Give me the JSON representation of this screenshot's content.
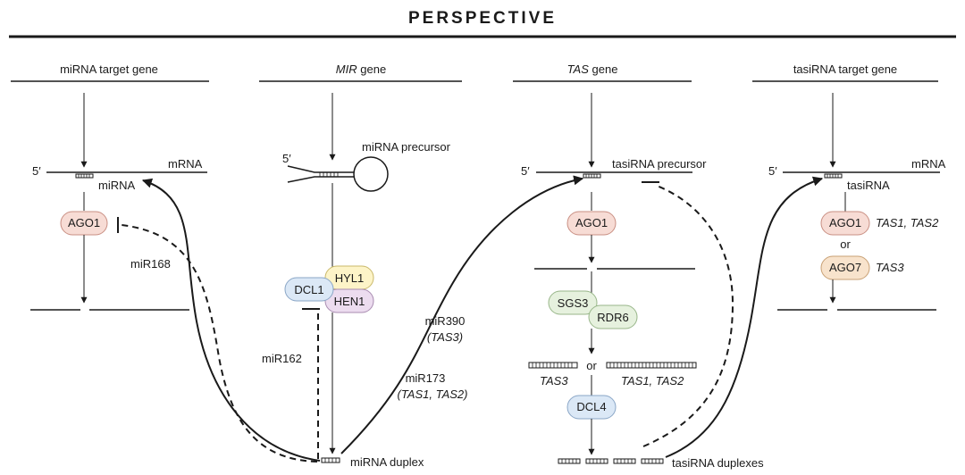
{
  "header": {
    "title": "PERSPECTIVE"
  },
  "columns": {
    "mirna_target": {
      "heading": "miRNA target gene",
      "five_prime": "5′",
      "mrna": "mRNA",
      "mirna": "miRNA",
      "ago1": "AGO1"
    },
    "mir": {
      "heading_italic": "MIR",
      "heading_rest": " gene",
      "five_prime": "5′",
      "precursor": "miRNA precursor",
      "dcl1": "DCL1",
      "hyl1": "HYL1",
      "hen1": "HEN1",
      "duplex": "miRNA duplex"
    },
    "tas": {
      "heading_italic": "TAS",
      "heading_rest": " gene",
      "five_prime": "5′",
      "precursor": "tasiRNA precursor",
      "ago1": "AGO1",
      "sgs3": "SGS3",
      "rdr6": "RDR6",
      "or": "or",
      "tas3": "TAS3",
      "tas12": "TAS1, TAS2",
      "dcl4": "DCL4",
      "duplexes": "tasiRNA duplexes"
    },
    "tasirna_target": {
      "heading": "tasiRNA target gene",
      "five_prime": "5′",
      "mrna": "mRNA",
      "tasirna": "tasiRNA",
      "ago1": "AGO1",
      "ago1_tas": "TAS1, TAS2",
      "or": "or",
      "ago7": "AGO7",
      "ago7_tas": "TAS3"
    }
  },
  "pathway_labels": {
    "mir168": "miR168",
    "mir162": "miR162",
    "mir390": "miR390",
    "mir390_tas": "(TAS3)",
    "mir173": "miR173",
    "mir173_tas": "(TAS1, TAS2)"
  },
  "colors": {
    "ago1_fill": "#f7dcd5",
    "ago1_stroke": "#c98f83",
    "hyl1_fill": "#fdf4c8",
    "hyl1_stroke": "#c9b86a",
    "dcl_fill": "#dbe8f6",
    "dcl_stroke": "#8aa6c6",
    "hen1_fill": "#ecdcef",
    "hen1_stroke": "#a88bb0",
    "sgs_fill": "#e6f1de",
    "sgs_stroke": "#98b689",
    "ago7_fill": "#f8e3cc",
    "ago7_stroke": "#c8a074"
  }
}
